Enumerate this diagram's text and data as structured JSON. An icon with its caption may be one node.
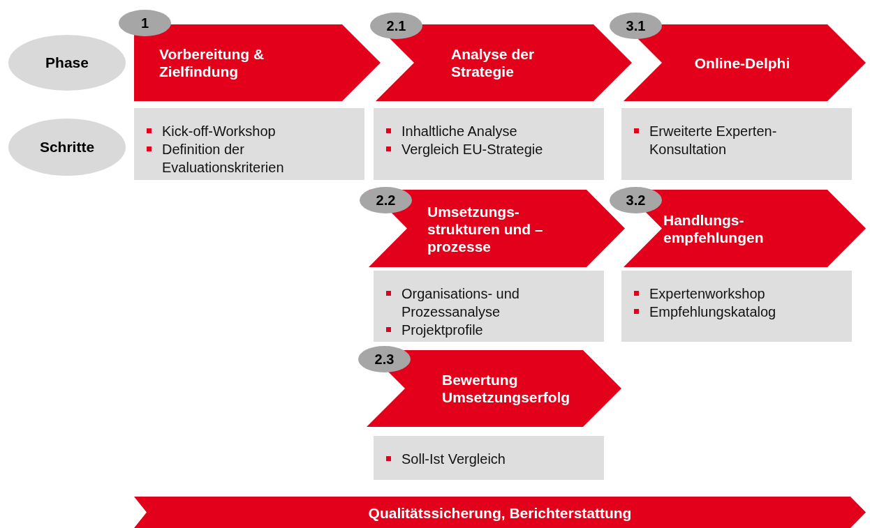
{
  "diagram": {
    "nodes": [
      {
        "text": [
          "Phase"
        ]
      },
      {
        "text": [
          "1"
        ]
      },
      {
        "text": [
          "Vorbereitung & Zielfindung"
        ]
      },
      {
        "text": [
          "2.1"
        ]
      },
      {
        "text": [
          "Analyse der Strategie"
        ]
      },
      {
        "text": [
          "3.1"
        ]
      },
      {
        "text": [
          "Online-Delphi"
        ]
      },
      {
        "text": [
          "Schritte"
        ]
      },
      {
        "text": [
          "Kick-off-Workshop",
          "Definition der Evaluationskriterien"
        ]
      },
      {
        "text": [
          "Inhaltliche Analyse",
          "Vergleich EU-Strategie"
        ]
      },
      {
        "text": [
          "Erweiterte Experten- Konsultation"
        ]
      },
      {
        "text": [
          "2.2"
        ]
      },
      {
        "text": [
          "Umsetzungs- strukturen und – prozesse"
        ]
      },
      {
        "text": [
          "3.2"
        ]
      },
      {
        "text": [
          "Handlungs- empfehlungen"
        ]
      },
      {
        "text": [
          "Organisations- und Prozessanalyse",
          "Projektprofile"
        ]
      },
      {
        "text": [
          "Expertenworkshop",
          "Empfehlungskatalog"
        ]
      },
      {
        "text": [
          "2.3"
        ]
      },
      {
        "text": [
          "Bewertung Umsetzungserfolg"
        ]
      },
      {
        "text": [
          "Soll-Ist Vergleich"
        ]
      },
      {
        "text": [
          "Qualitätssicherung, Berichterstattung"
        ]
      }
    ]
  }
}
